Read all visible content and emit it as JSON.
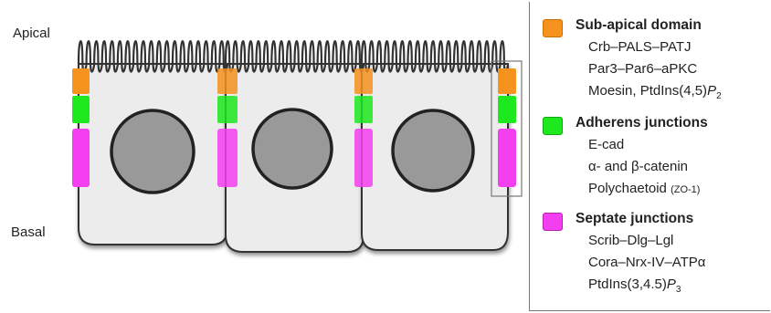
{
  "labels": {
    "apical": "Apical",
    "basal": "Basal"
  },
  "colors": {
    "sub_apical": "#f6921e",
    "adherens": "#1ee81e",
    "septate": "#f43ff0",
    "cell_fill": "#ececec",
    "nucleus_fill": "#999999"
  },
  "legend": {
    "sub_apical": {
      "title": "Sub-apical domain",
      "items": [
        "Crb–PALS–PATJ",
        "Par3–Par6–aPKC"
      ],
      "item3_main": "Moesin, PtdIns(4,5)",
      "item3_tail": "P",
      "item3_sub": "2"
    },
    "adherens": {
      "title": "Adherens junctions",
      "items": [
        "E-cad",
        "α- and β-catenin"
      ],
      "item3_main": "Polychaetoid ",
      "item3_small": "(ZO-1)"
    },
    "septate": {
      "title": "Septate junctions",
      "items": [
        "Scrib–Dlg–Lgl",
        "Cora–Nrx-IV–ATPα"
      ],
      "item3_main": "PtdIns(3,4.5)",
      "item3_tail": "P",
      "item3_sub": "3"
    }
  }
}
